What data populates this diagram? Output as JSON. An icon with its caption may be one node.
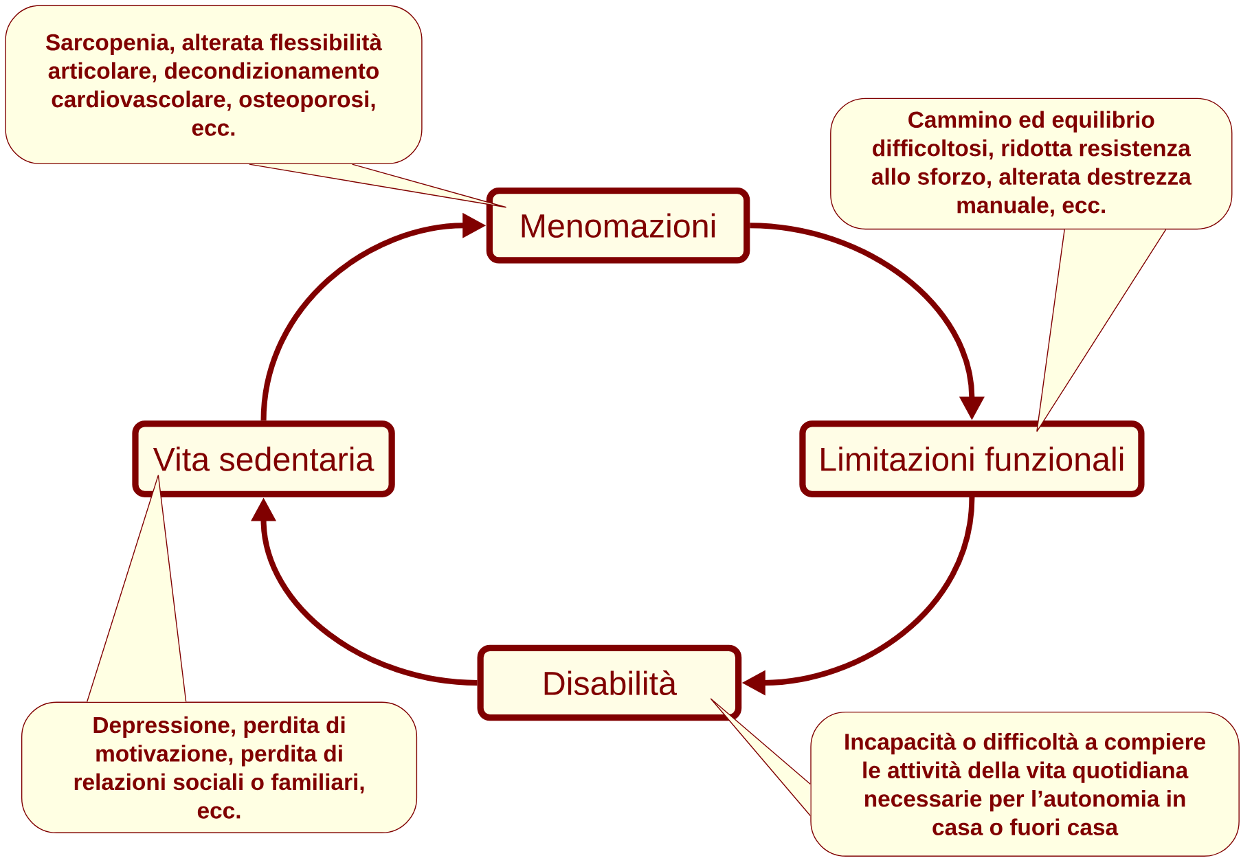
{
  "diagram": {
    "nodes": [
      {
        "text": [
          "Sarcopenia, alterata flessibilità articolare, decondizionamento cardiovascolare, osteoporosi, ecc."
        ]
      },
      {
        "text": [
          "Menomazioni"
        ]
      },
      {
        "text": [
          "Cammino ed equilibrio difficoltosi, ridotta resistenza allo sforzo, alterata destrezza manuale, ecc."
        ]
      },
      {
        "text": [
          "Limitazioni funzionali"
        ]
      },
      {
        "text": [
          "Vita sedentaria"
        ]
      },
      {
        "text": [
          "Disabilità"
        ]
      },
      {
        "text": [
          "Depressione, perdita di motivazione, perdita di relazioni sociali o familiari, ecc."
        ]
      },
      {
        "text": [
          "Incapacità o difficoltà a compiere le attività della vita quotidiana necessarie per l’autonomia in casa o fuori casa"
        ]
      }
    ],
    "edges": [
      {
        "from": 1,
        "to": 3,
        "arrow": "to",
        "style": "thick"
      },
      {
        "from": 3,
        "to": 5,
        "arrow": "to",
        "style": "thick"
      },
      {
        "from": 5,
        "to": 4,
        "arrow": "to",
        "style": "thick"
      },
      {
        "from": 4,
        "to": 1,
        "arrow": "to",
        "style": "thick"
      },
      {
        "from": 0,
        "to": 1,
        "arrow": "none"
      },
      {
        "from": 2,
        "to": 3,
        "arrow": "none"
      },
      {
        "from": 6,
        "to": 4,
        "arrow": "none"
      },
      {
        "from": 7,
        "to": 5,
        "arrow": "none"
      }
    ]
  }
}
